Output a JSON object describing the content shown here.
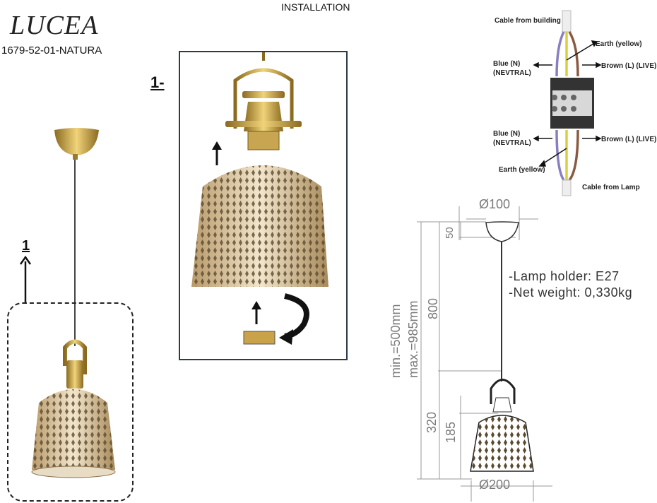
{
  "header": {
    "brand": "LUCEA",
    "product_code": "1679-52-01-NATURA",
    "title": "INSTALLATION"
  },
  "left_view": {
    "step_marker": "1"
  },
  "step_box": {
    "step_label": "1-"
  },
  "wiring": {
    "top_cable": "Cable from building",
    "earth_top": "Earth (yellow)",
    "blue_top_1": "Blue (N)",
    "blue_top_2": "(NEVTRAL)",
    "brown_top": "Brown (L) (LIVE)",
    "blue_bottom_1": "Blue (N)",
    "blue_bottom_2": "(NEVTRAL)",
    "brown_bottom": "Brown (L) (LIVE)",
    "earth_bottom": "Earth (yellow)",
    "bottom_cable": "Cable from Lamp"
  },
  "dimensions": {
    "canopy_diameter": "Ø100",
    "canopy_height": "50",
    "cord_length": "800",
    "range_min": "min.=500mm",
    "range_max": "max.=985mm",
    "lamp_height": "320",
    "shade_height": "185",
    "shade_diameter": "Ø200"
  },
  "specs": {
    "lamp_holder": "-Lamp holder: E27",
    "net_weight": "-Net weight: 0,330kg"
  },
  "colors": {
    "gold": "#c9a24a",
    "frame": "#2b3b47",
    "dim_gray": "#7a7a7a"
  }
}
